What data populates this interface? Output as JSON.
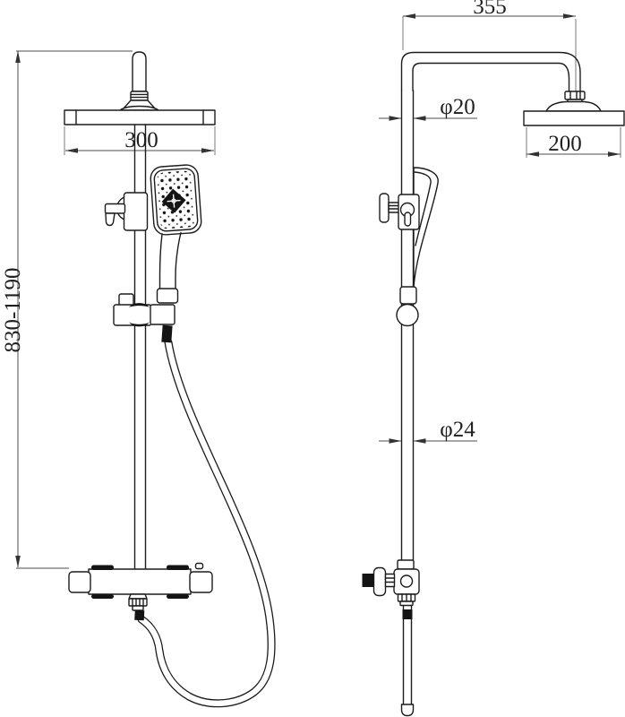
{
  "drawing": {
    "front_view": {
      "height_label": "830-1190",
      "head_width_label": "300"
    },
    "side_view": {
      "reach_label": "355",
      "upper_pipe_label": "φ20",
      "head_diameter_label": "200",
      "lower_pipe_label": "φ24"
    },
    "colors": {
      "background": "#ffffff",
      "object_line": "#1c1c1c",
      "dimension_line": "#4d4d4d",
      "text": "#1f1f1f"
    }
  }
}
